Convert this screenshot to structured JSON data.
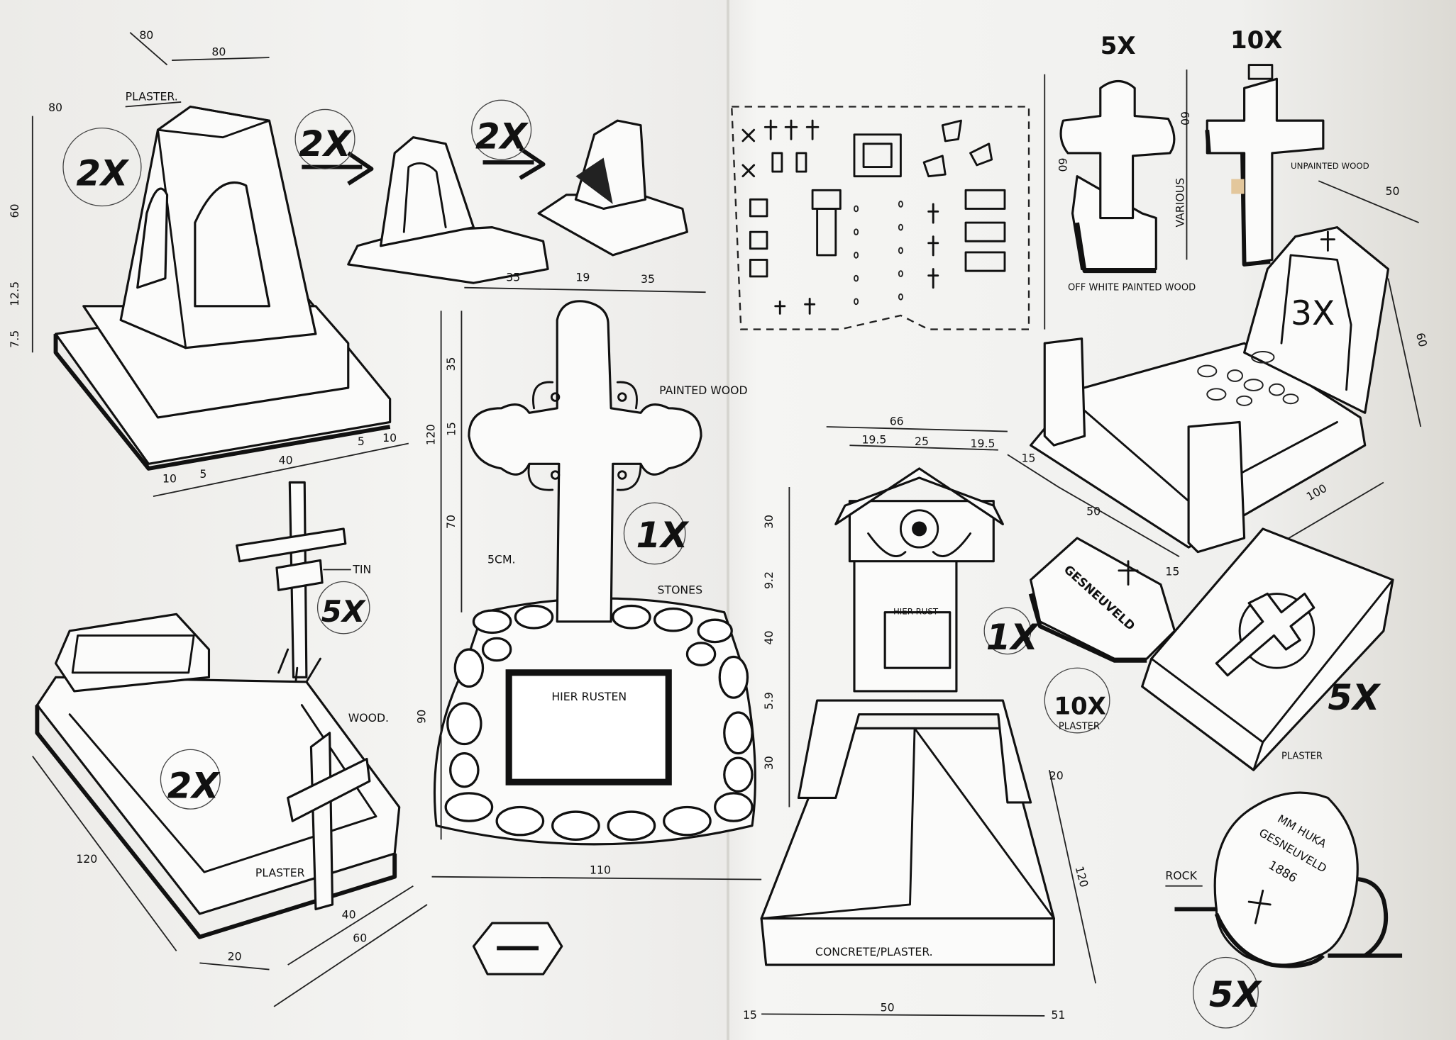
{
  "sheet": {
    "left_page": {
      "obelisk": {
        "material": "PLASTER.",
        "count": "2X",
        "arrow_counts": [
          "2X",
          "2X"
        ],
        "dims": {
          "top_a": "80",
          "top_b": "80",
          "top_height": "80",
          "height": "60",
          "step1": "12.5",
          "step2": "7.5",
          "bottom": [
            "10",
            "5",
            "40",
            "5",
            "10"
          ],
          "ruins": [
            "35",
            "19",
            "35"
          ]
        }
      },
      "stone_cross": {
        "material": "PAINTED WOOD",
        "count": "1X",
        "base_material": "STONES",
        "thickness": "5CM.",
        "plaque": "HIER RUSTEN",
        "dims": {
          "top": "35",
          "arm": "15",
          "total": "120",
          "lower": "70",
          "base_height": "90",
          "base_width": "110"
        }
      },
      "tin_cross": {
        "material": "TIN",
        "count": "5X"
      },
      "plaster_grave": {
        "cross_material": "WOOD.",
        "count": "2X",
        "material": "PLASTER",
        "dims": {
          "length": "120",
          "cross_height": "40",
          "width": "60",
          "cross_base": "20"
        }
      }
    },
    "right_page": {
      "layout_plan": {
        "height": "60"
      },
      "painted_cross": {
        "count": "5X",
        "height_label": "VARIOUS",
        "height": "60",
        "material": "OFF WHITE PAINTED WOOD"
      },
      "unpainted_cross": {
        "count": "10X",
        "material": "UNPAINTED WOOD",
        "width": "50"
      },
      "headstone_grave": {
        "count": "3X",
        "dims": {
          "height": "60",
          "post": "15",
          "width": "50",
          "length": "100"
        }
      },
      "house_grave": {
        "plaque": "HIER RUST",
        "count": "1X",
        "material": "CONCRETE/PLASTER.",
        "dims": {
          "top": "66",
          "top_parts": [
            "19.5",
            "25",
            "19.5"
          ],
          "heights": [
            "30",
            "9.2",
            "40",
            "5.9",
            "30"
          ],
          "slab_height": "20",
          "length": "120",
          "bottom": [
            "15",
            "50",
            "51"
          ]
        }
      },
      "pillow_stone": {
        "inscription": "GESNEUVELD",
        "count": "10X",
        "material": "PLASTER",
        "side": "15"
      },
      "flat_slab": {
        "count": "5X",
        "material": "PLASTER"
      },
      "rock": {
        "label": "ROCK",
        "inscription": [
          "MM HUKA",
          "GESNEUVELD",
          "1886"
        ],
        "count": "5X"
      }
    }
  }
}
